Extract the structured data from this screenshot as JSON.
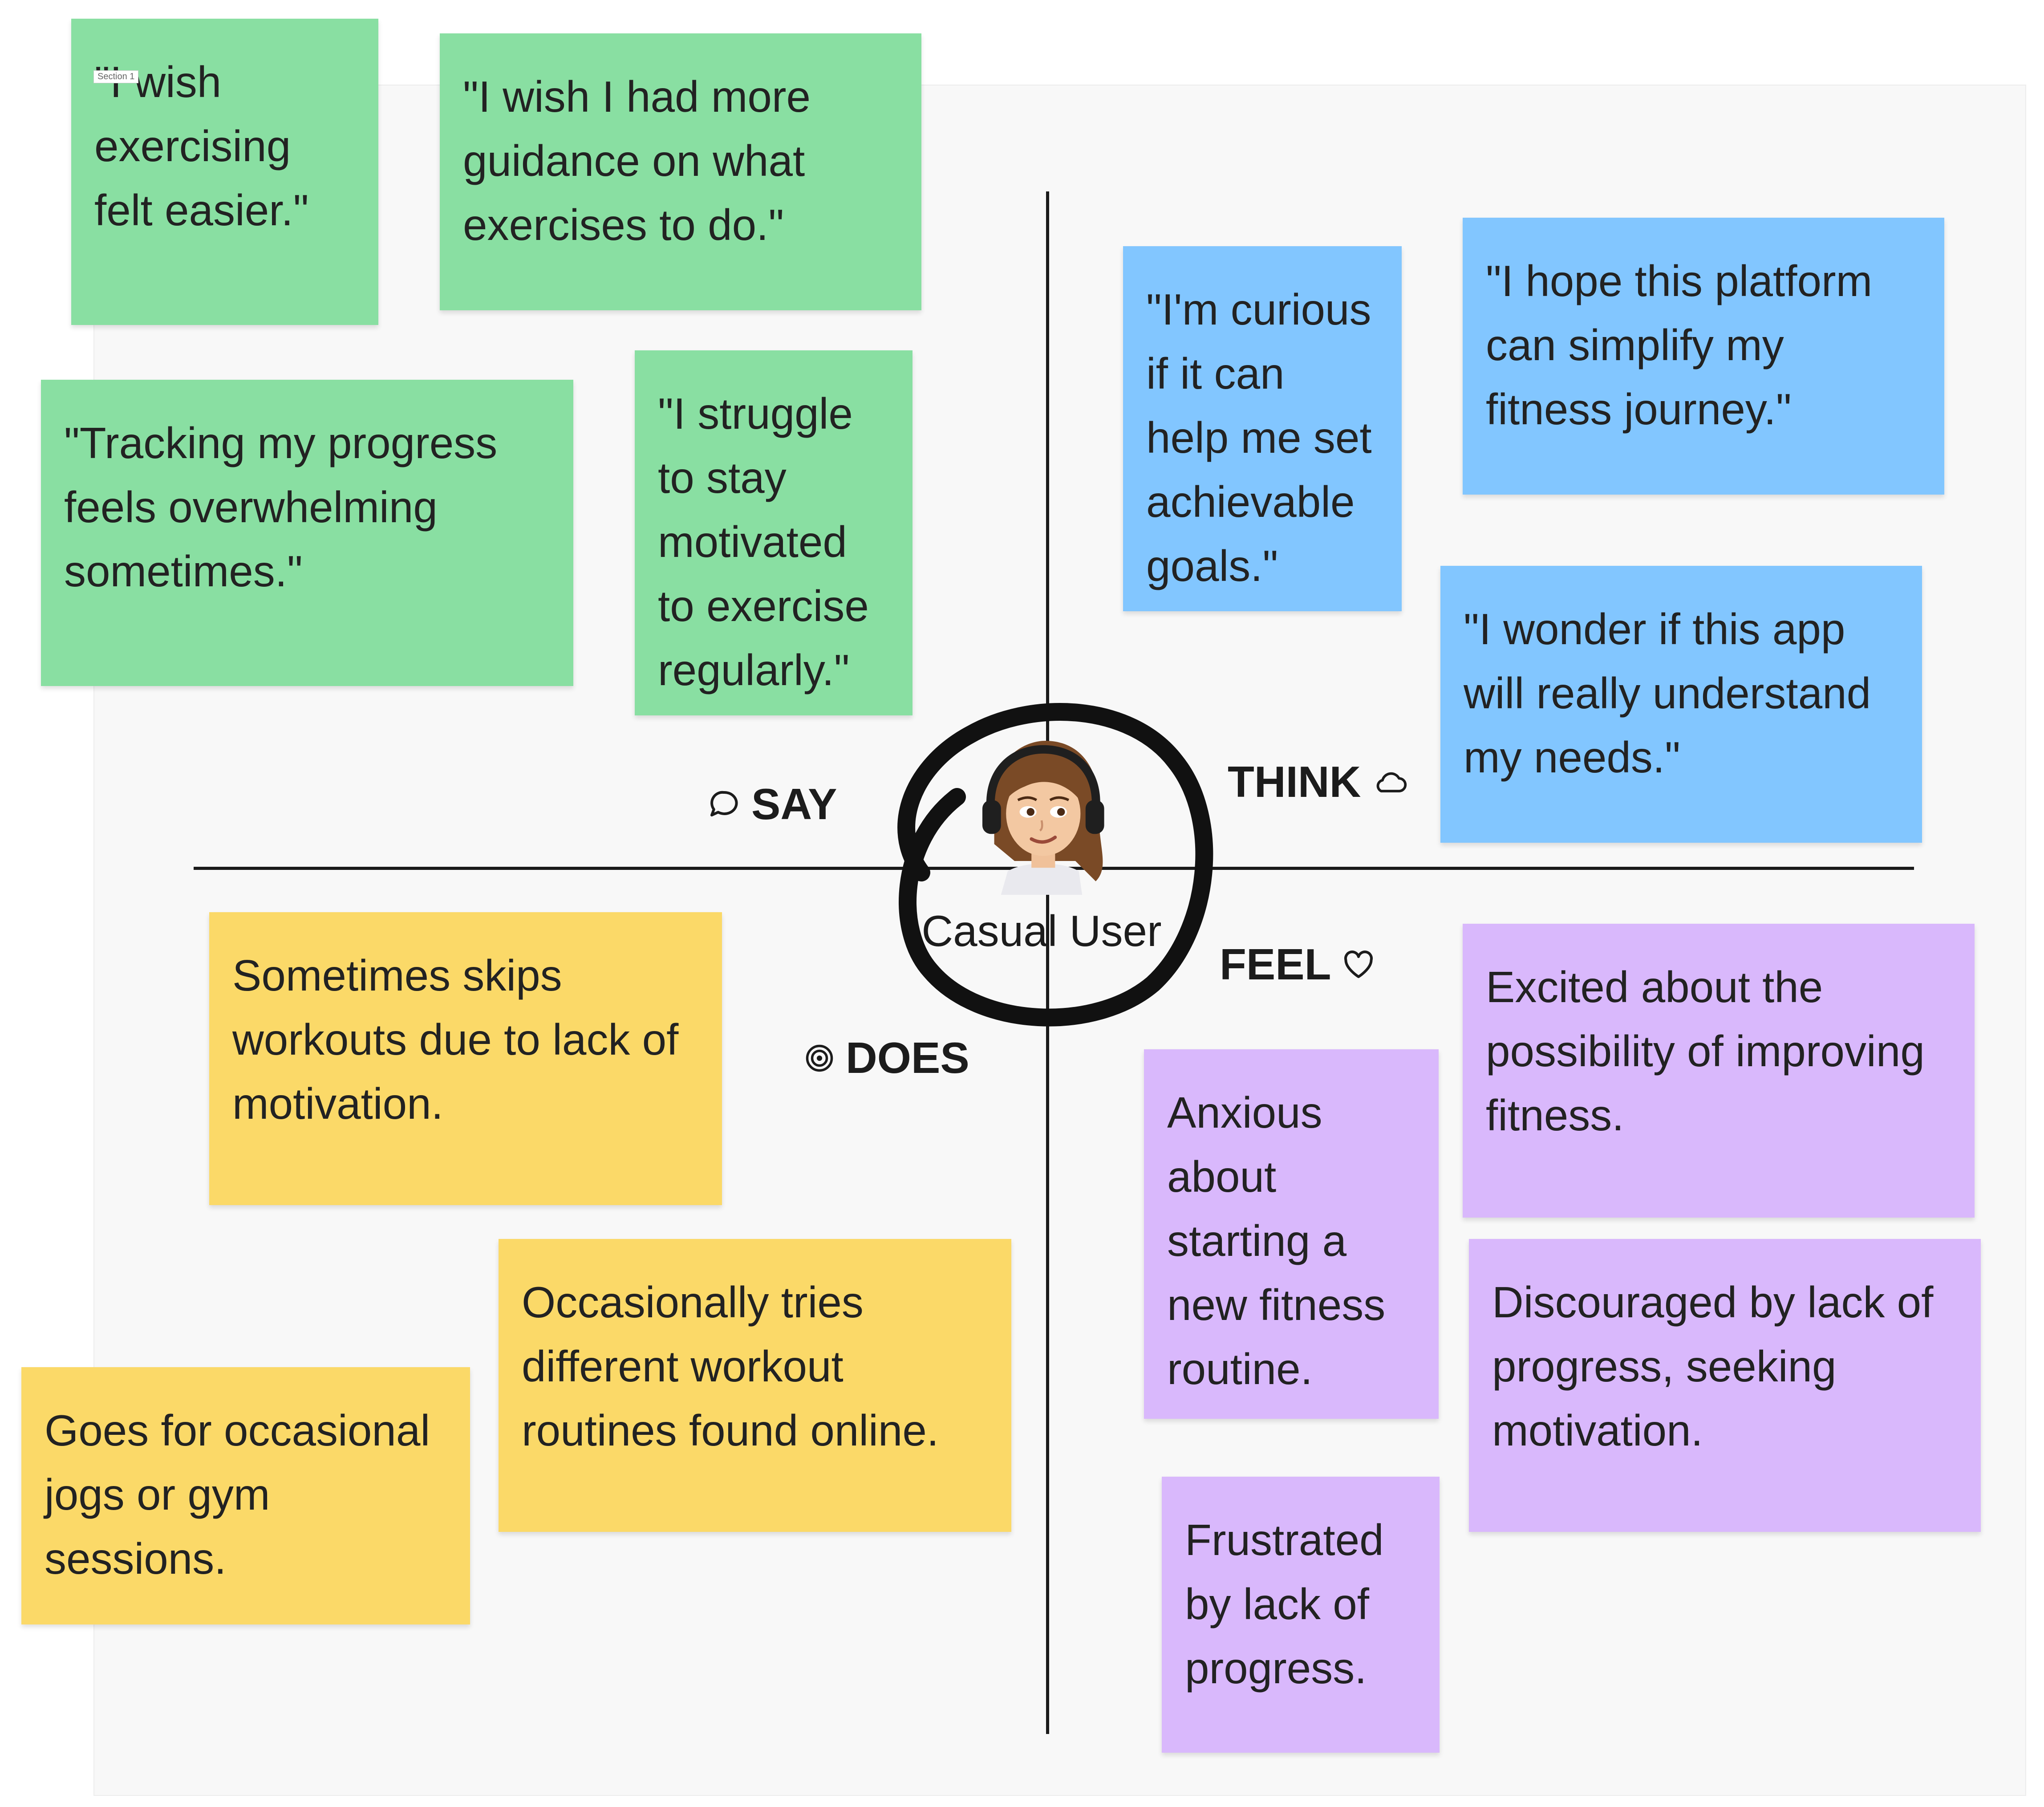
{
  "section_label": "Section 1",
  "persona": {
    "name": "Casual User",
    "avatar_icon": "avatar-icon"
  },
  "quadrants": {
    "say": {
      "label": "SAY",
      "icon": "speech-bubble-icon"
    },
    "think": {
      "label": "THINK",
      "icon": "cloud-icon"
    },
    "does": {
      "label": "DOES",
      "icon": "target-icon"
    },
    "feel": {
      "label": "FEEL",
      "icon": "heart-icon"
    }
  },
  "colors": {
    "say": "#89dfa2",
    "think": "#82c6ff",
    "does": "#fbd968",
    "feel": "#d9b8fc"
  },
  "notes": {
    "say": [
      "\"I wish exercising felt easier.\"",
      "\"I wish I had more guidance on what exercises to do.\"",
      "\"Tracking my progress feels overwhelming sometimes.\"",
      "\"I struggle to stay motivated to exercise regularly.\""
    ],
    "think": [
      "\"I'm curious if it can help me set achievable goals.\"",
      "\"I hope this platform can simplify my fitness journey.\"",
      "\"I wonder if this app will really understand my needs.\""
    ],
    "does": [
      "Sometimes skips workouts due to lack of motivation.",
      "Occasionally tries different workout routines found online.",
      "Goes for occasional jogs or gym sessions."
    ],
    "feel": [
      "Excited about the possibility of improving fitness.",
      "Anxious about starting a new fitness routine.",
      "Discouraged by lack of progress, seeking motivation.",
      "Frustrated by lack of progress."
    ]
  }
}
